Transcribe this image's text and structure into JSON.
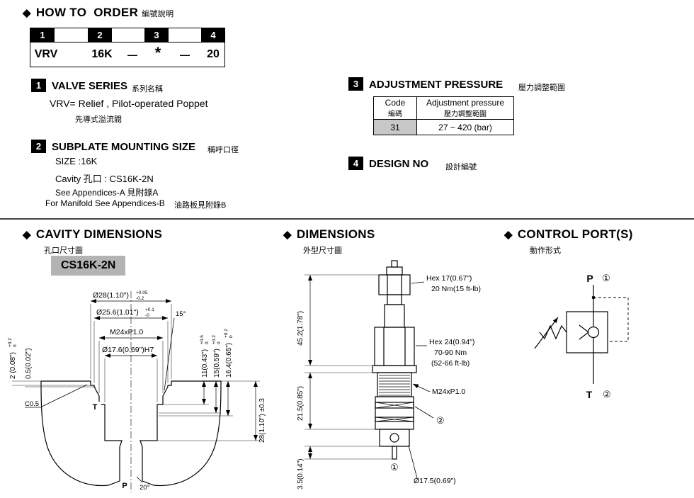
{
  "icons": {
    "diamond": "◆"
  },
  "page_title": {
    "text": "HOW TO  ORDER",
    "cn": "編號說明"
  },
  "order": {
    "positions": [
      "1",
      "2",
      "3",
      "4"
    ],
    "codes": [
      "VRV",
      "16K",
      "*",
      "20"
    ],
    "dash": "—"
  },
  "item1": {
    "num": "1",
    "title": "VALVE SERIES",
    "cn": "系列名稱",
    "line1": "VRV= Relief , Pilot-operated Poppet",
    "line2": "先導式溢流閥"
  },
  "item2": {
    "num": "2",
    "title": "SUBPLATE MOUNTING SIZE",
    "cn": "稱呼口徑",
    "size": "SIZE :16K",
    "cavity": "Cavity 孔口 : CS16K-2N",
    "appendix_a": "See Appendices-A 見附錄A",
    "appendix_b": "For Manifold See Appendices-B",
    "appendix_b_cn": "油路板見附錄B"
  },
  "item3": {
    "num": "3",
    "title": "ADJUSTMENT PRESSURE",
    "cn": "壓力調整範圍",
    "table": {
      "code_header": "Code",
      "code_header_cn": "編碼",
      "pressure_header": "Adjustment pressure",
      "pressure_header_cn": "壓力調整範圍",
      "code_value": "31",
      "pressure_value": "27 ~ 420 (bar)"
    }
  },
  "item4": {
    "num": "4",
    "title": "DESIGN NO",
    "cn": "設計編號"
  },
  "cavity": {
    "title": "CAVITY DIMENSIONS",
    "cn": "孔口尺寸圖",
    "model": "CS16K-2N",
    "dia28": "Ø28(1.10\")",
    "dia28_tol_up": "+0.05",
    "dia28_tol_dn": "-0.2",
    "dia256": "Ø25.6(1.01\")",
    "dia256_tol_up": "+0.1",
    "dia256_tol_dn": "-0",
    "thread": "M24xP1.0",
    "dia176": "Ø17.6(0.69\")H7",
    "angle15": "15°",
    "dep11": "11(0.43\")",
    "dep11_tol_up": "+0.5",
    "dep11_tol_dn": "0",
    "dep15": "15(0.59\")",
    "dep15_tol_up": "+0.2",
    "dep15_tol_dn": "0",
    "dep164": "16.4(0.65\")",
    "dep164_tol_up": "+0.2",
    "dep164_tol_dn": "0",
    "dep2": "2 (0.08\")",
    "dep2_tol_up": "+0.2",
    "dep2_tol_dn": "0",
    "dep05": "0.5(0.02\")",
    "chamfer": "C0.5",
    "port_t": "T",
    "port_p": "P",
    "dep28": "28(1.10\") ±0.3",
    "angle20": "20°"
  },
  "dims": {
    "title": "DIMENSIONS",
    "cn": "外型尺寸圖",
    "hex17": "Hex 17(0.67\")",
    "hex17_torque": "20 Nm(15 ft-lb)",
    "h452": "45.2(1.78\")",
    "hex24": "Hex 24(0.94\")",
    "hex24_torque1": "70-90 Nm",
    "hex24_torque2": "(52-66 ft-lb)",
    "thread": "M24xP1.0",
    "h215": "21.5(0.85\")",
    "oring": "②",
    "h35": "3.5(0.14\")",
    "port1": "①",
    "dia175": "Ø17.5(0.69\")"
  },
  "control": {
    "title": "CONTROL PORT(S)",
    "cn": "動作形式",
    "p": "P",
    "p_num": "①",
    "t": "T",
    "t_num": "②"
  }
}
